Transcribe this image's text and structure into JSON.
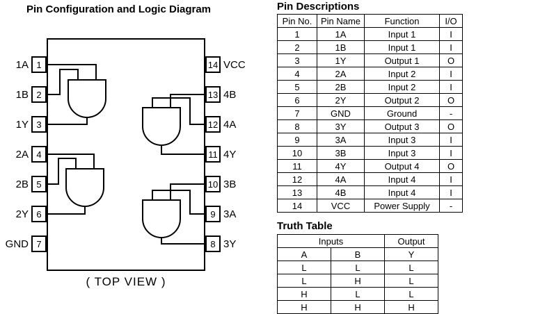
{
  "colors": {
    "ink": "#000000",
    "background": "#ffffff"
  },
  "left_panel": {
    "title": "Pin Configuration and Logic Diagram",
    "top_view_label": "( TOP VIEW )",
    "left_pins": [
      {
        "num": "1",
        "name": "1A"
      },
      {
        "num": "2",
        "name": "1B"
      },
      {
        "num": "3",
        "name": "1Y"
      },
      {
        "num": "4",
        "name": "2A"
      },
      {
        "num": "5",
        "name": "2B"
      },
      {
        "num": "6",
        "name": "2Y"
      },
      {
        "num": "7",
        "name": "GND"
      }
    ],
    "right_pins": [
      {
        "num": "14",
        "name": "VCC"
      },
      {
        "num": "13",
        "name": "4B"
      },
      {
        "num": "12",
        "name": "4A"
      },
      {
        "num": "11",
        "name": "4Y"
      },
      {
        "num": "10",
        "name": "3B"
      },
      {
        "num": "9",
        "name": "3A"
      },
      {
        "num": "8",
        "name": "3Y"
      }
    ]
  },
  "pin_descriptions": {
    "title": "Pin Descriptions",
    "headers": [
      "Pin No.",
      "Pin Name",
      "Function",
      "I/O"
    ],
    "rows": [
      [
        "1",
        "1A",
        "Input 1",
        "I"
      ],
      [
        "2",
        "1B",
        "Input 1",
        "I"
      ],
      [
        "3",
        "1Y",
        "Output 1",
        "O"
      ],
      [
        "4",
        "2A",
        "Input 2",
        "I"
      ],
      [
        "5",
        "2B",
        "Input 2",
        "I"
      ],
      [
        "6",
        "2Y",
        "Output 2",
        "O"
      ],
      [
        "7",
        "GND",
        "Ground",
        "-"
      ],
      [
        "8",
        "3Y",
        "Output 3",
        "O"
      ],
      [
        "9",
        "3A",
        "Input 3",
        "I"
      ],
      [
        "10",
        "3B",
        "Input 3",
        "I"
      ],
      [
        "11",
        "4Y",
        "Output 4",
        "O"
      ],
      [
        "12",
        "4A",
        "Input 4",
        "I"
      ],
      [
        "13",
        "4B",
        "Input 4",
        "I"
      ],
      [
        "14",
        "VCC",
        "Power Supply",
        "-"
      ]
    ]
  },
  "truth_table": {
    "title": "Truth Table",
    "group_headers": [
      "Inputs",
      "Output"
    ],
    "col_headers": [
      "A",
      "B",
      "Y"
    ],
    "rows": [
      [
        "L",
        "L",
        "L"
      ],
      [
        "L",
        "H",
        "L"
      ],
      [
        "H",
        "L",
        "L"
      ],
      [
        "H",
        "H",
        "H"
      ]
    ]
  }
}
